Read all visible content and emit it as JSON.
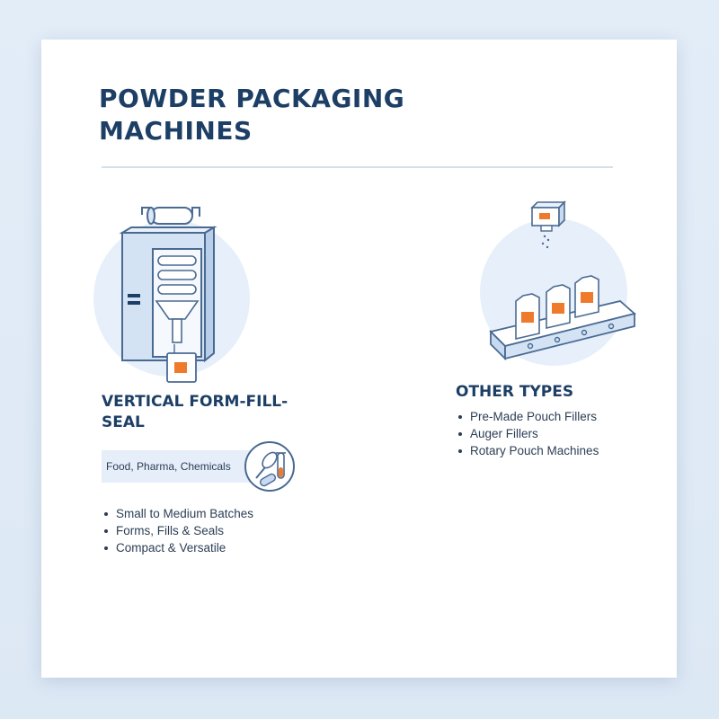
{
  "title": "POWDER PACKAGING MACHINES",
  "vffs": {
    "heading": "VERTICAL FORM-FILL-SEAL",
    "industries": "Food, Pharma, Chemicals",
    "features": [
      "Small to Medium Batches",
      "Forms, Fills & Seals",
      "Compact & Versatile"
    ]
  },
  "other": {
    "heading": "OTHER TYPES",
    "types": [
      "Pre-Made Pouch Fillers",
      "Auger Fillers",
      "Rotary Pouch Machines"
    ]
  },
  "icons": {
    "vffs_illustration": "vffs-machine-icon",
    "conveyor_illustration": "pouch-conveyor-icon",
    "industry_icon": "whisk-capsule-testtube-icon"
  },
  "colors": {
    "heading": "#1d3f66",
    "text": "#2c3e55",
    "accent": "#ee7a2c",
    "illustration_outline": "#4a6a92",
    "illustration_fill": "#c8daf0",
    "circle_bg": "#e6effa"
  }
}
